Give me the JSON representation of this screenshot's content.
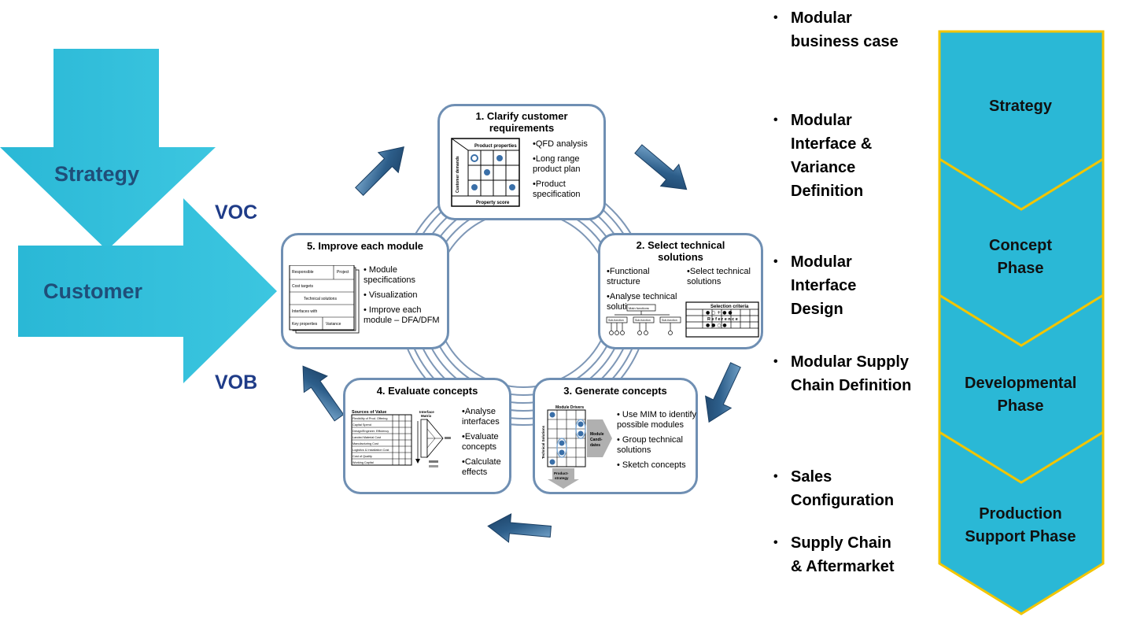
{
  "left": {
    "strategy": "Strategy",
    "customer": "Customer",
    "voc": "VOC",
    "vob": "VOB"
  },
  "steps": {
    "s1": {
      "title": "1. Clarify customer requirements",
      "items": [
        "•QFD analysis",
        "•Long range product plan",
        "•Product specification"
      ],
      "diagram": {
        "top": "Product properties",
        "side": "Customer demands",
        "bottom": "Property score"
      }
    },
    "s2": {
      "title": "2. Select technical solutions",
      "items": [
        "•Functional structure",
        "•Analyse technical solutions",
        "•Select technical solutions"
      ],
      "diagram": {
        "criteria": "Selection criteria",
        "reference": "R e f e r e n c e",
        "main": "Main functions",
        "sub": "Sub-function"
      }
    },
    "s3": {
      "title": "3. Generate concepts",
      "items": [
        "• Use MIM to identify possible modules",
        "• Group technical solutions",
        "• Sketch concepts"
      ],
      "diagram": {
        "drivers": "Module Drivers",
        "side": "Technical Solutions",
        "candidates": "Module Candi-dates",
        "strategy": "Product-strategy"
      }
    },
    "s4": {
      "title": "4. Evaluate concepts",
      "items": [
        "•Analyse interfaces",
        "•Evaluate concepts",
        "•Calculate effects"
      ],
      "diagram": {
        "sources": "Sources of Value",
        "matrix": "Interface Matrix",
        "rows": [
          "Flexibility of Prod. Offering",
          "Capital Spend",
          "Design/Engineer. Efficiency",
          "Landed Material Cost",
          "Manufacturing Cost",
          "Logistics & Installation Cost",
          "Cost of Quality",
          "Working Capital"
        ]
      }
    },
    "s5": {
      "title": "5. Improve each module",
      "items": [
        "• Module specifications",
        "• Visualization",
        "• Improve each module – DFA/DFM"
      ],
      "diagram": {
        "responsible": "Responsible",
        "project": "Project",
        "cost": "Cost targets",
        "tech": "Technical solutions",
        "interfaces": "Interfaces with",
        "key": "Key properties",
        "variance": "Variance"
      }
    }
  },
  "bullets": [
    "Modular business case",
    "Modular Interface & Variance Definition",
    "Modular Interface Design",
    "Modular Supply Chain Definition",
    "Sales Configuration",
    "Supply Chain & Aftermarket"
  ],
  "phases": [
    "Strategy",
    "Concept Phase",
    "Developmental Phase",
    "Production Support Phase"
  ],
  "colors": {
    "cyan": "#2ab8d6",
    "arrowBlue": "#2d5e8a",
    "boxBorder": "#6f8fb3",
    "chevronBorder": "#f2c500",
    "textBlue": "#1f4e79"
  }
}
